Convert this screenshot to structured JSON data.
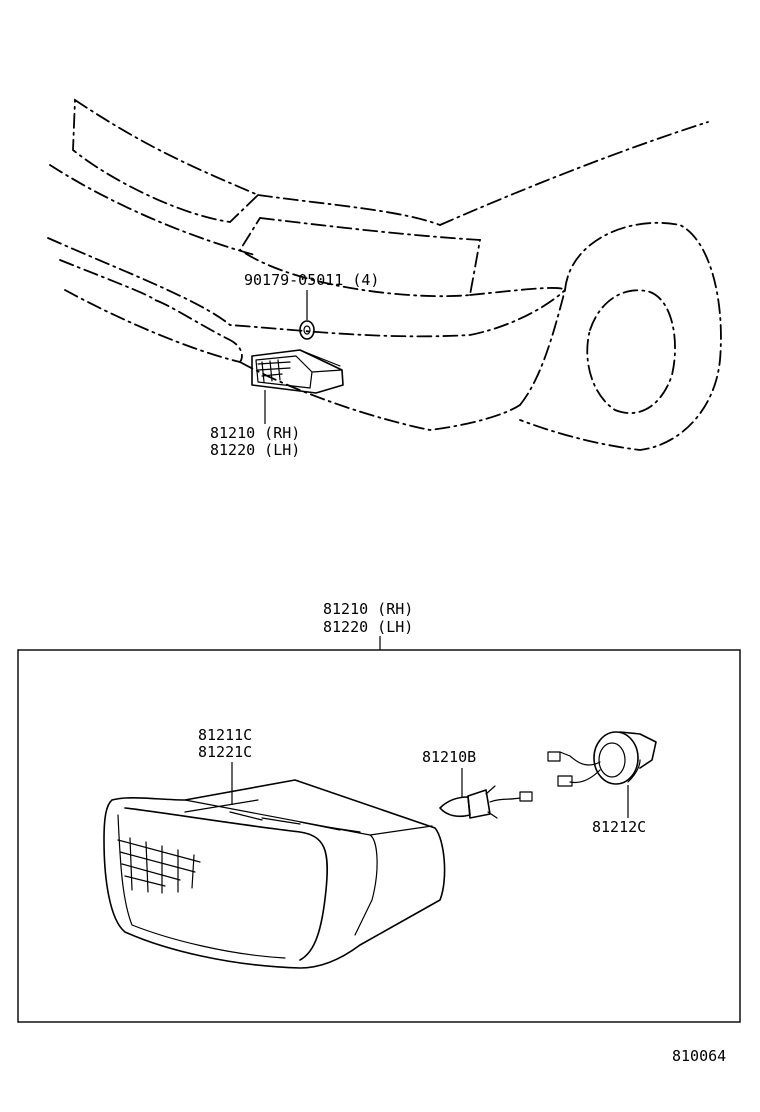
{
  "overview": {
    "fastener_label": "90179-05011 (4)",
    "lamp_label_rh": "81210 (RH)",
    "lamp_label_lh": "81220 (LH)"
  },
  "exploded": {
    "assembly_label_rh": "81210 (RH)",
    "assembly_label_lh": "81220 (LH)",
    "lens_label_1": "81211C",
    "lens_label_2": "81221C",
    "bulb_label": "81210B",
    "socket_label": "81212C"
  },
  "figure_number": "810064"
}
